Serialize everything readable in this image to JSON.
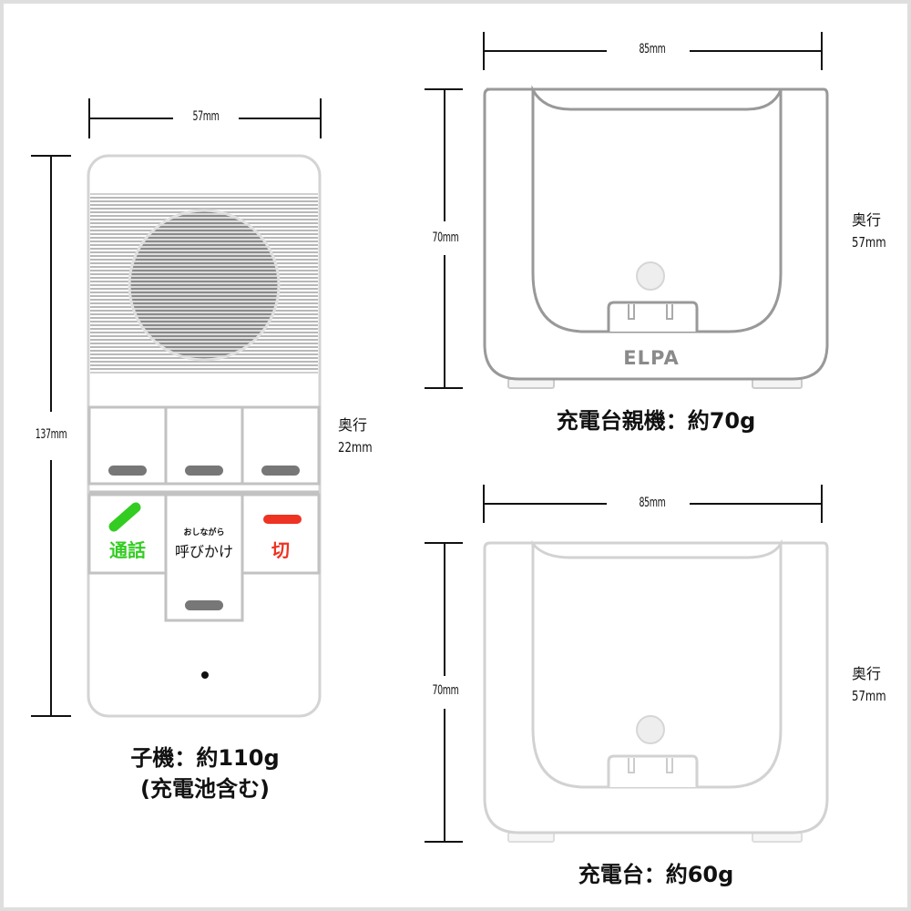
{
  "handset": {
    "width_label": "57mm",
    "height_label": "137mm",
    "depth_label": "奥行",
    "depth_value": "22mm",
    "weight_line1": "子機：約110g",
    "weight_line2": "(充電池含む)",
    "buttons": {
      "talk": {
        "label": "通話",
        "color": "#33cc22"
      },
      "call": {
        "sub_label": "おしながら",
        "label": "呼びかけ"
      },
      "end": {
        "label": "切",
        "color": "#ee3322"
      }
    }
  },
  "base_unit": {
    "width_label": "85mm",
    "height_label": "70mm",
    "depth_label": "奥行",
    "depth_value": "57mm",
    "brand": "ELPA",
    "weight": "充電台親機：約70g"
  },
  "charger": {
    "width_label": "85mm",
    "height_label": "70mm",
    "depth_label": "奥行",
    "depth_value": "57mm",
    "weight": "充電台：約60g"
  },
  "colors": {
    "frame": "#dedede",
    "outline_dark": "#999999",
    "outline_light": "#cccccc",
    "key_bar": "#777777",
    "talk_green": "#33cc22",
    "end_red": "#ee3322"
  }
}
